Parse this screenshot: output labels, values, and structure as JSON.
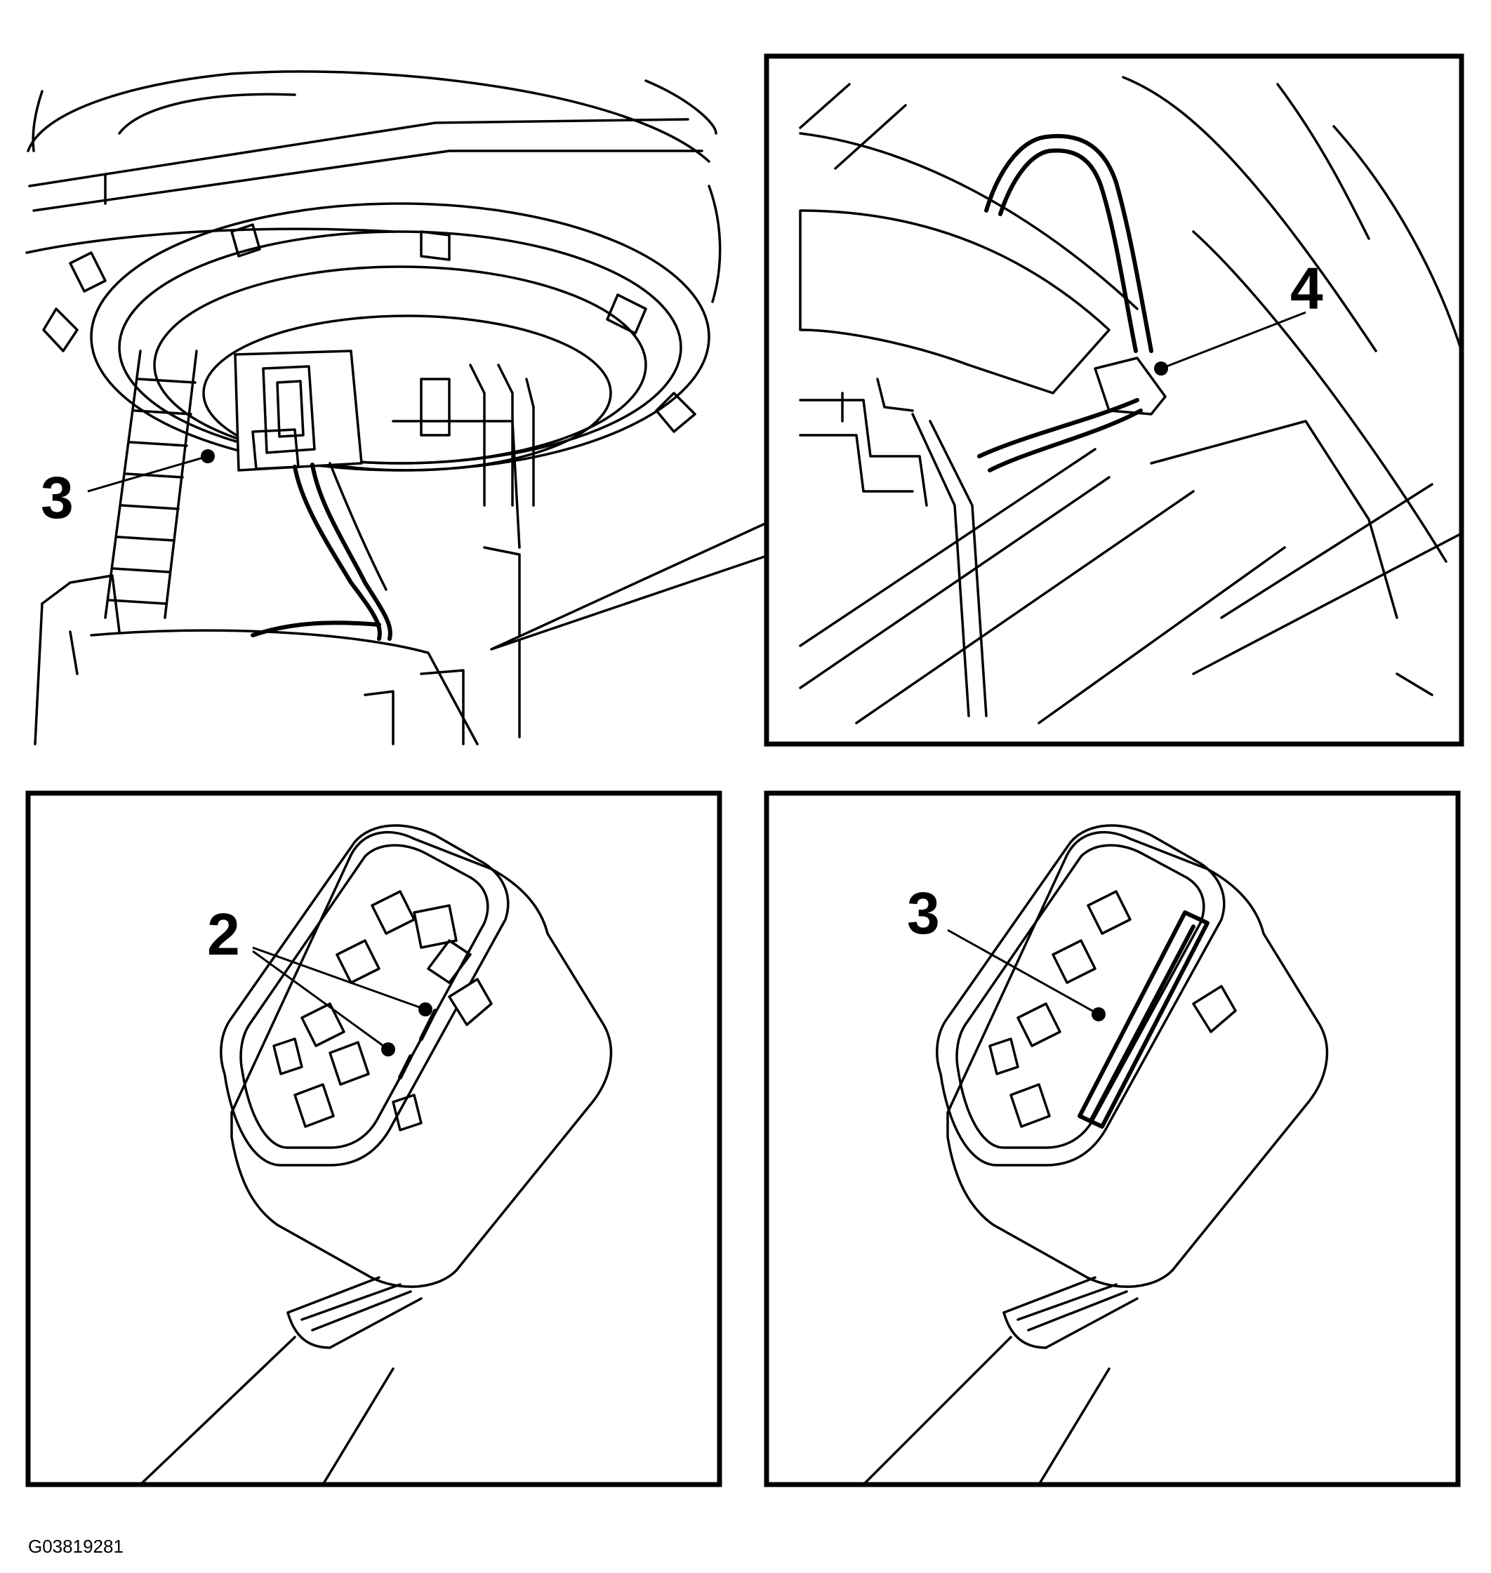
{
  "figure": {
    "id_label": "G03819281"
  },
  "panels": {
    "overview": {
      "callout": "3"
    },
    "detail_top_right": {
      "callout": "4"
    },
    "detail_bottom_left": {
      "callout": "2"
    },
    "detail_bottom_right": {
      "callout": "3"
    }
  }
}
